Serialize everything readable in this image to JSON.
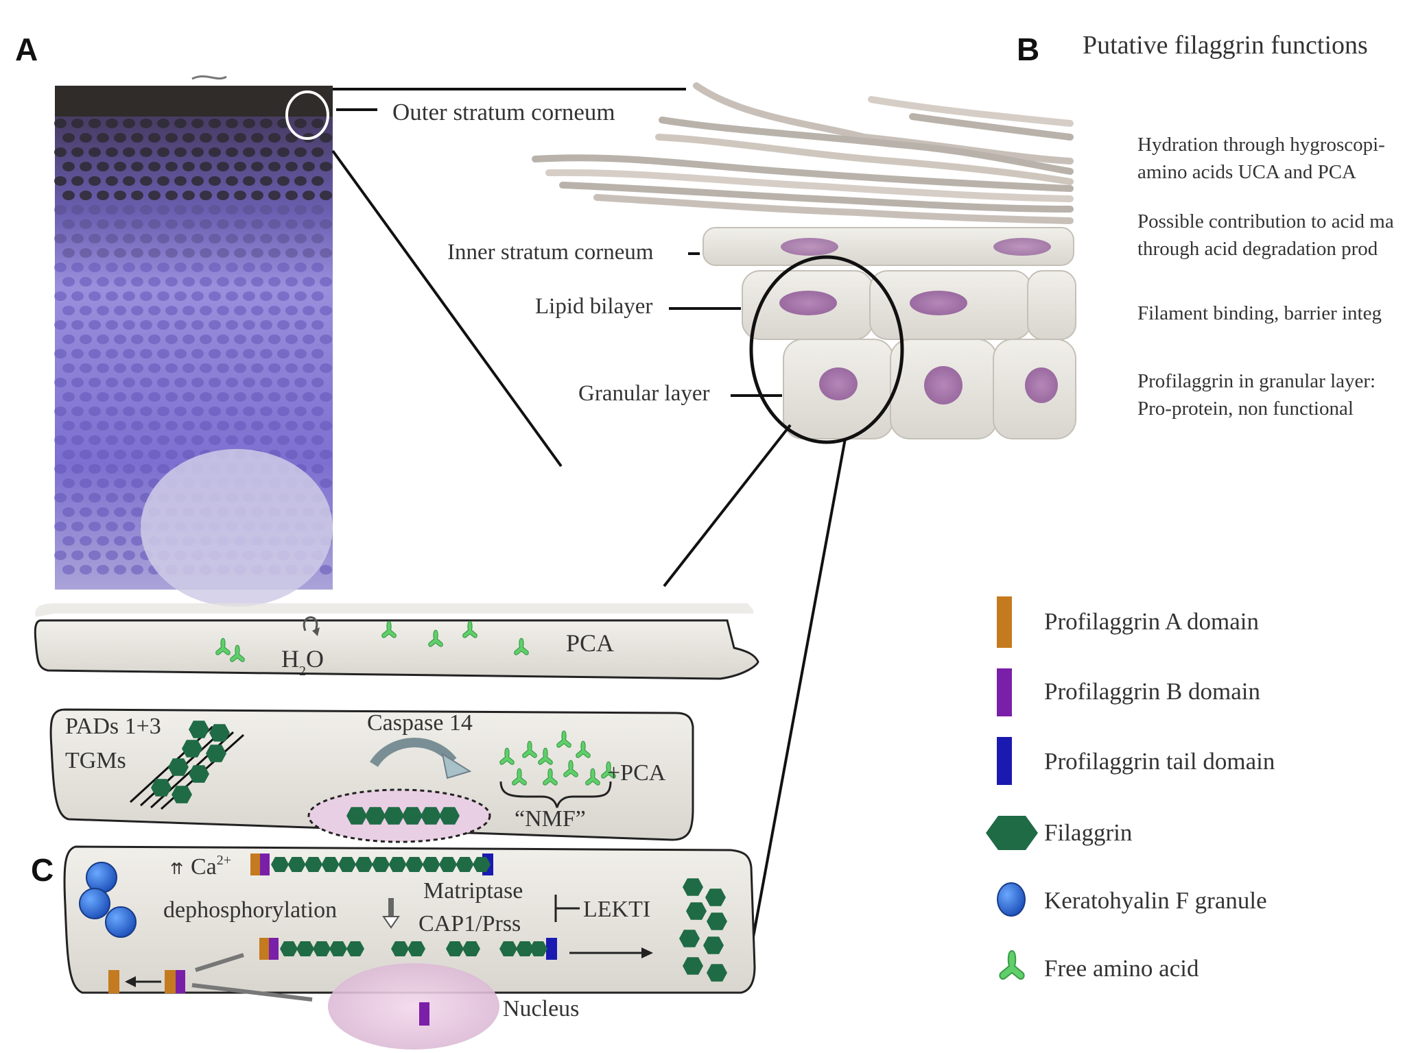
{
  "panels": {
    "a": "A",
    "b": "B",
    "c": "C"
  },
  "header": {
    "title": "Putative filaggrin functions"
  },
  "layers": {
    "outer_sc": "Outer stratum corneum",
    "inner_sc": "Inner stratum corneum",
    "lipid": "Lipid bilayer",
    "granular": "Granular layer"
  },
  "functions": {
    "f1a": "Hydration through hygroscopi-",
    "f1b": "amino acids UCA and PCA",
    "f2a": "Possible contribution to acid ma",
    "f2b": "through acid degradation prod",
    "f3": "Filament binding, barrier integ",
    "f4a": "Profilaggrin in granular layer:",
    "f4b": "Pro-protein, non functional"
  },
  "legend": [
    {
      "label": "Profilaggrin A domain",
      "icon": "orange-bar",
      "color": "#c47a1e"
    },
    {
      "label": "Profilaggrin B domain",
      "icon": "purple-bar",
      "color": "#7a1fa8"
    },
    {
      "label": "Profilaggrin tail domain",
      "icon": "blue-bar",
      "color": "#1a1ab0"
    },
    {
      "label": "Filaggrin",
      "icon": "green-hexagon",
      "color": "#1f6b45"
    },
    {
      "label": "Keratohyalin F granule",
      "icon": "blue-circle",
      "color": "#2b6fd8"
    },
    {
      "label": "Free amino acid",
      "icon": "green-amino-acid",
      "color": "#5fcf6a"
    }
  ],
  "cell_top": {
    "h2o": "H",
    "h2o_sub": "2",
    "h2o_o": "O",
    "pca": "PCA"
  },
  "cell_mid": {
    "pads": "PADs 1+3",
    "tgms": "TGMs",
    "caspase": "Caspase 14",
    "pca": "+PCA",
    "nmf": "“NMF”"
  },
  "cell_bot": {
    "ca": "Ca",
    "ca_sup": "2+",
    "dephos": "dephosphorylation",
    "matriptase": "Matriptase",
    "cap1": "CAP1/Prss",
    "lekti": "LEKTI",
    "nucleus": "Nucleus"
  }
}
